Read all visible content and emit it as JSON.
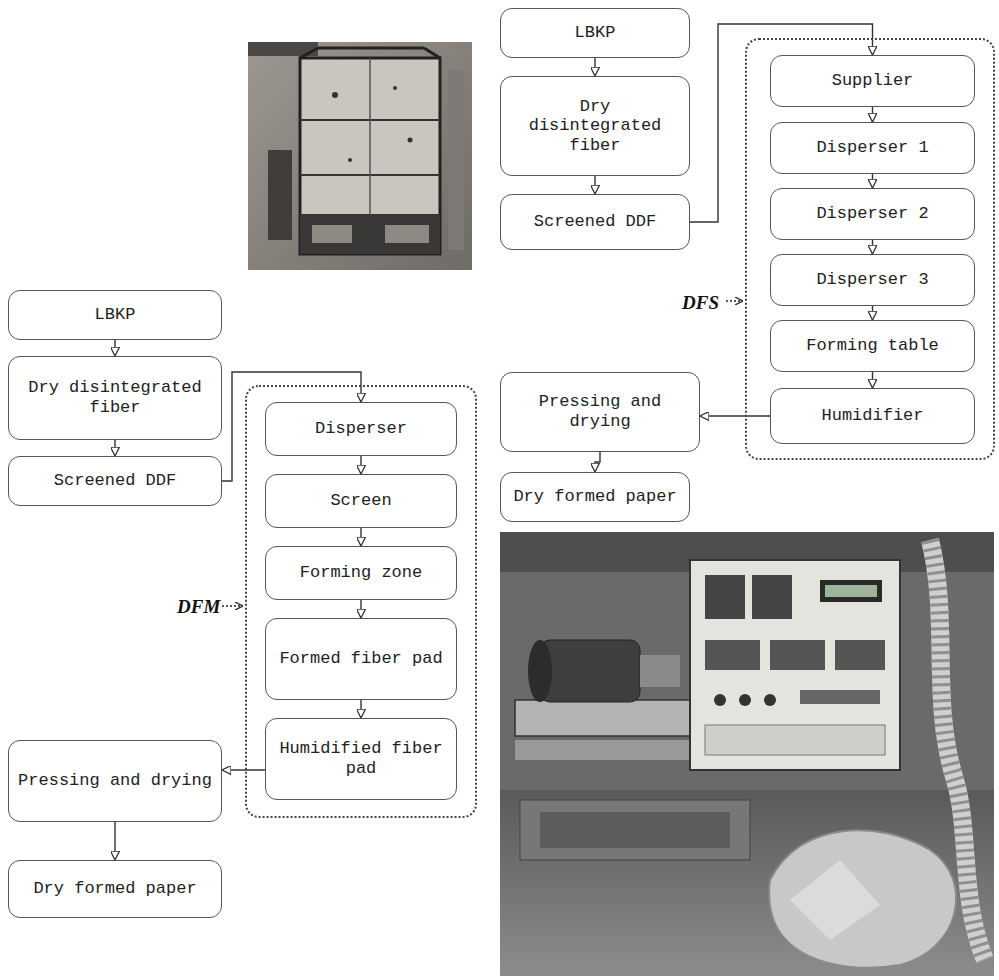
{
  "diagram": {
    "nodes": [
      {
        "text": [
          "LBKP"
        ]
      },
      {
        "text": [
          "Dry disintegrated fiber"
        ]
      },
      {
        "text": [
          "Screened DDF"
        ]
      },
      {
        "text": [
          "DFM"
        ]
      },
      {
        "text": [
          "Disperser"
        ],
        "in": 3
      },
      {
        "text": [
          "Screen"
        ],
        "in": 3
      },
      {
        "text": [
          "Forming zone"
        ],
        "in": 3
      },
      {
        "text": [
          "Formed fiber pad"
        ],
        "in": 3
      },
      {
        "text": [
          "Humidified fiber pad"
        ],
        "in": 3
      },
      {
        "text": [
          "Pressing and drying"
        ]
      },
      {
        "text": [
          "Dry formed paper"
        ]
      },
      {
        "text": [
          "LBKP"
        ]
      },
      {
        "text": [
          "Dry disintegrated fiber"
        ]
      },
      {
        "text": [
          "Screened DDF"
        ]
      },
      {
        "text": [
          "DFS"
        ]
      },
      {
        "text": [
          "Supplier"
        ],
        "in": 14
      },
      {
        "text": [
          "Disperser 1"
        ],
        "in": 14
      },
      {
        "text": [
          "Disperser 2"
        ],
        "in": 14
      },
      {
        "text": [
          "Disperser 3"
        ],
        "in": 14
      },
      {
        "text": [
          "Forming table"
        ],
        "in": 14
      },
      {
        "text": [
          "Humidifier"
        ],
        "in": 14
      },
      {
        "text": [
          "Pressing and drying"
        ]
      },
      {
        "text": [
          "Dry formed paper"
        ]
      }
    ],
    "edges": [
      {
        "from": 0,
        "to": 1,
        "arrow": "to"
      },
      {
        "from": 1,
        "to": 2,
        "arrow": "to"
      },
      {
        "from": 2,
        "to": 4,
        "arrow": "to"
      },
      {
        "from": 4,
        "to": 5,
        "arrow": "to"
      },
      {
        "from": 5,
        "to": 6,
        "arrow": "to"
      },
      {
        "from": 6,
        "to": 7,
        "arrow": "to"
      },
      {
        "from": 7,
        "to": 8,
        "arrow": "to"
      },
      {
        "from": 8,
        "to": 9,
        "arrow": "to"
      },
      {
        "from": 9,
        "to": 10,
        "arrow": "to"
      },
      {
        "from": 11,
        "to": 12,
        "arrow": "to"
      },
      {
        "from": 12,
        "to": 13,
        "arrow": "to"
      },
      {
        "from": 13,
        "to": 15,
        "arrow": "to"
      },
      {
        "from": 15,
        "to": 16,
        "arrow": "to"
      },
      {
        "from": 16,
        "to": 17,
        "arrow": "to"
      },
      {
        "from": 17,
        "to": 18,
        "arrow": "to"
      },
      {
        "from": 18,
        "to": 19,
        "arrow": "to"
      },
      {
        "from": 19,
        "to": 20,
        "arrow": "to"
      },
      {
        "from": 20,
        "to": 21,
        "arrow": "to"
      },
      {
        "from": 21,
        "to": 22,
        "arrow": "to"
      }
    ]
  }
}
